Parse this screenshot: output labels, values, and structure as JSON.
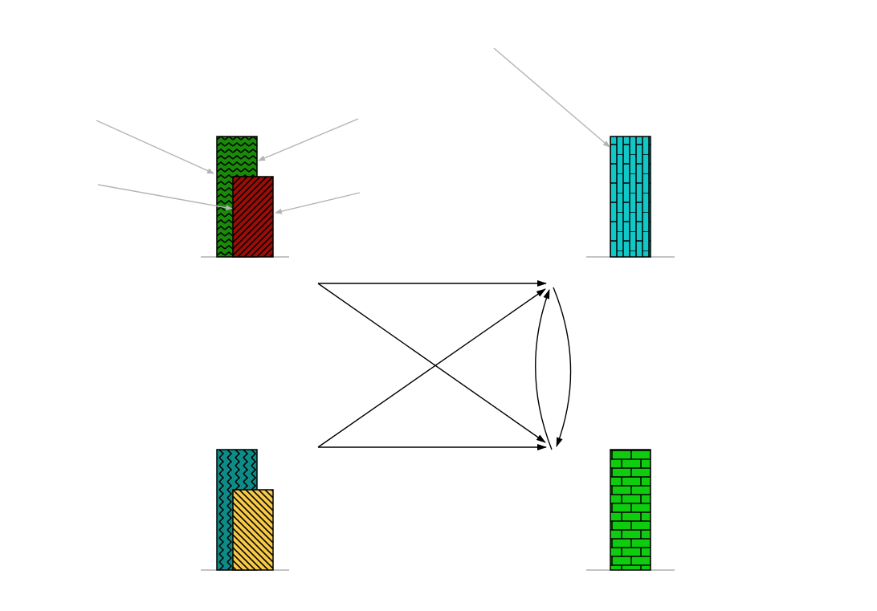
{
  "diagram": {
    "panels": [
      {
        "id": "top-left",
        "bars": [
          {
            "color": "#1a8a0a",
            "pattern": "zigzag"
          },
          {
            "color": "#9e0c06",
            "pattern": "diagonal-up"
          }
        ],
        "annotation_arrows": 4
      },
      {
        "id": "top-right",
        "bars": [
          {
            "color": "#11c8c8",
            "pattern": "vertical-bricks"
          }
        ],
        "annotation_arrows": 1
      },
      {
        "id": "bottom-left",
        "bars": [
          {
            "color": "#0e8a87",
            "pattern": "zigzag-vertical"
          },
          {
            "color": "#f7c948",
            "pattern": "diagonal-down"
          }
        ],
        "annotation_arrows": 0
      },
      {
        "id": "bottom-right",
        "bars": [
          {
            "color": "#0fcc0f",
            "pattern": "horizontal-bricks"
          }
        ],
        "annotation_arrows": 0
      }
    ],
    "connectors": [
      {
        "from": "top-left",
        "to": "top-right"
      },
      {
        "from": "top-left",
        "to": "bottom-right"
      },
      {
        "from": "bottom-left",
        "to": "top-right"
      },
      {
        "from": "bottom-left",
        "to": "bottom-right"
      },
      {
        "from": "top-right",
        "to": "bottom-right"
      },
      {
        "from": "bottom-right",
        "to": "top-right"
      }
    ],
    "colors": {
      "annotation_arrow": "#b4b4b4",
      "connector": "#000000",
      "baseline": "#888888"
    }
  }
}
